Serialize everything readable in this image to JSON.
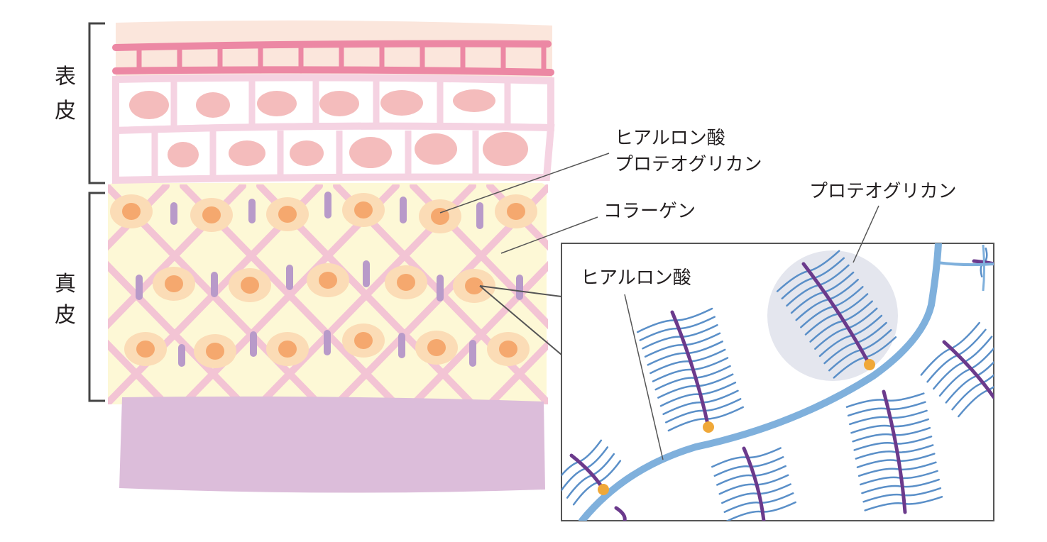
{
  "layers": {
    "epidermis": {
      "char1": "表",
      "char2": "皮"
    },
    "dermis": {
      "char1": "真",
      "char2": "皮"
    }
  },
  "callouts": {
    "main_ha_line1": "ヒアルロン酸",
    "main_ha_line2": "プロテオグリカン",
    "collagen": "コラーゲン",
    "inset_proteoglycan": "プロテオグリカン",
    "inset_ha": "ヒアルロン酸"
  },
  "colors": {
    "epidermis_top": "#fbe6dc",
    "basement_pink": "#ec88a4",
    "cell_pink": "#f4bcbc",
    "cell_border": "#f5d3e2",
    "dermis_bg": "#fdf8d6",
    "collagen_fiber": "#f3c4d4",
    "fibroblast_outer": "#fbdcb6",
    "fibroblast_inner": "#f5a86e",
    "elastin": "#b89ac9",
    "subcutis": "#dcbdda",
    "bracket": "#444444",
    "ha_blue": "#7fb0dc",
    "pg_core": "#6b3a8c",
    "pg_bristle": "#5a8fc8",
    "pg_anchor": "#f0a838",
    "highlight_gray": "#e4e6ee"
  }
}
